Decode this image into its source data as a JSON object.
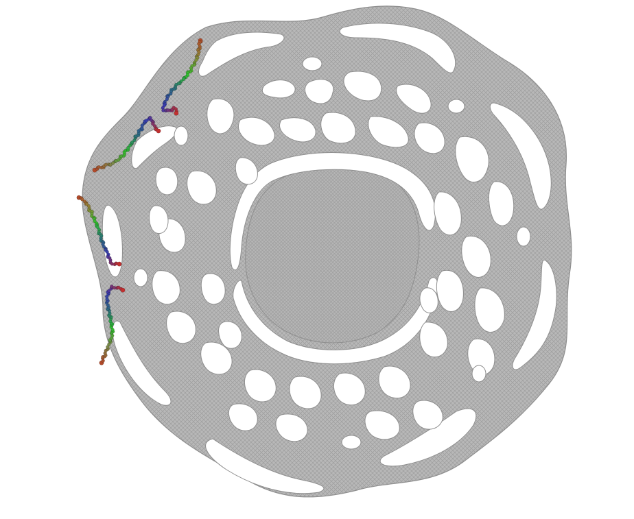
{
  "image": {
    "description_free": true,
    "background_color": "#ffffff",
    "membrane_color": "#b3b3b3",
    "membrane_edge_color": "#8e8e8e",
    "hole_color": "#ffffff"
  },
  "polymer_chains": [
    {
      "id": "chain-1",
      "colors": [
        "#b24a2a",
        "#8a8a3a",
        "#2fbf2f",
        "#2f6f7f",
        "#3a3ab0",
        "#c03030"
      ]
    },
    {
      "id": "chain-2",
      "colors": [
        "#b24a2a",
        "#7a8a4a",
        "#2fbf2f",
        "#2f6f7f",
        "#3a3ab0",
        "#c03030"
      ]
    },
    {
      "id": "chain-3",
      "colors": [
        "#b24a2a",
        "#8a8a3a",
        "#2fbf2f",
        "#2f6f7f",
        "#3a3ab0",
        "#c03030"
      ]
    },
    {
      "id": "chain-4",
      "colors": [
        "#b24a2a",
        "#7a8a4a",
        "#2fbf2f",
        "#2f6f7f",
        "#3a3ab0",
        "#c03030"
      ]
    }
  ]
}
